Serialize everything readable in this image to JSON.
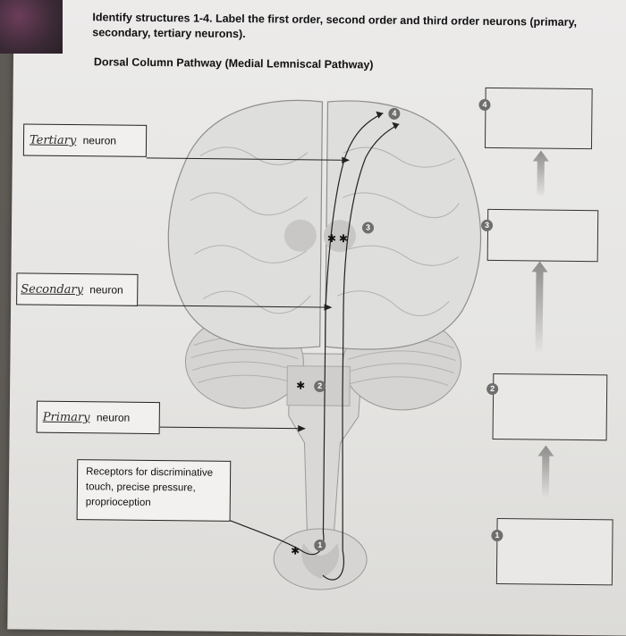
{
  "question": "Identify structures 1-4. Label the first order, second order and third order neurons (primary, secondary, tertiary neurons).",
  "pathway_title": "Dorsal Column Pathway (Medial Lemniscal Pathway)",
  "neuron_labels": [
    {
      "handwritten": "Tertiary",
      "printed": "neuron"
    },
    {
      "handwritten": "Secondary",
      "printed": "neuron"
    },
    {
      "handwritten": "Primary",
      "printed": "neuron"
    }
  ],
  "receptors_text": "Receptors for discriminative touch, precise pressure, proprioception",
  "markers": [
    "1",
    "2",
    "3",
    "4"
  ],
  "answer_badges": [
    "4",
    "3",
    "2",
    "1"
  ]
}
